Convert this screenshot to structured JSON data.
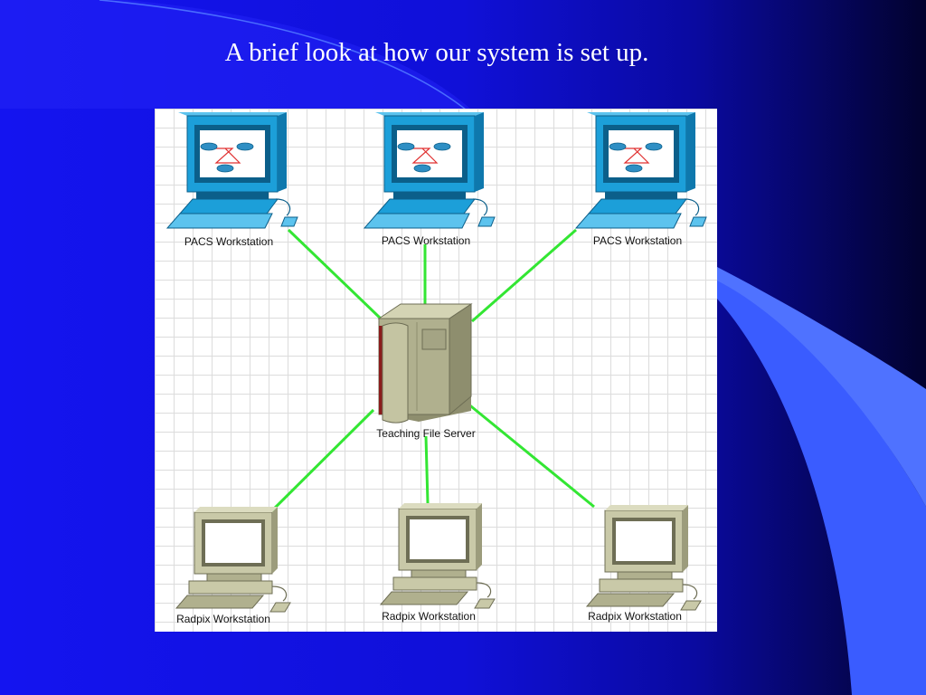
{
  "slide": {
    "title": "A brief look at how our system is set up."
  },
  "diagram": {
    "server": {
      "label": "Teaching File Server",
      "icon": "server-tower-icon"
    },
    "pacs_workstations": [
      {
        "label": "PACS Workstation",
        "icon": "network-workstation-icon"
      },
      {
        "label": "PACS Workstation",
        "icon": "network-workstation-icon"
      },
      {
        "label": "PACS Workstation",
        "icon": "network-workstation-icon"
      }
    ],
    "radpix_workstations": [
      {
        "label": "Radpix Workstation",
        "icon": "desktop-computer-icon"
      },
      {
        "label": "Radpix Workstation",
        "icon": "desktop-computer-icon"
      },
      {
        "label": "Radpix Workstation",
        "icon": "desktop-computer-icon"
      }
    ],
    "colors": {
      "link": "#33e633",
      "pacs_blue": "#1c9fd9",
      "radpix_beige": "#c9c9a8",
      "server_gray": "#b0b08e",
      "slide_blue": "#1414f0"
    }
  }
}
